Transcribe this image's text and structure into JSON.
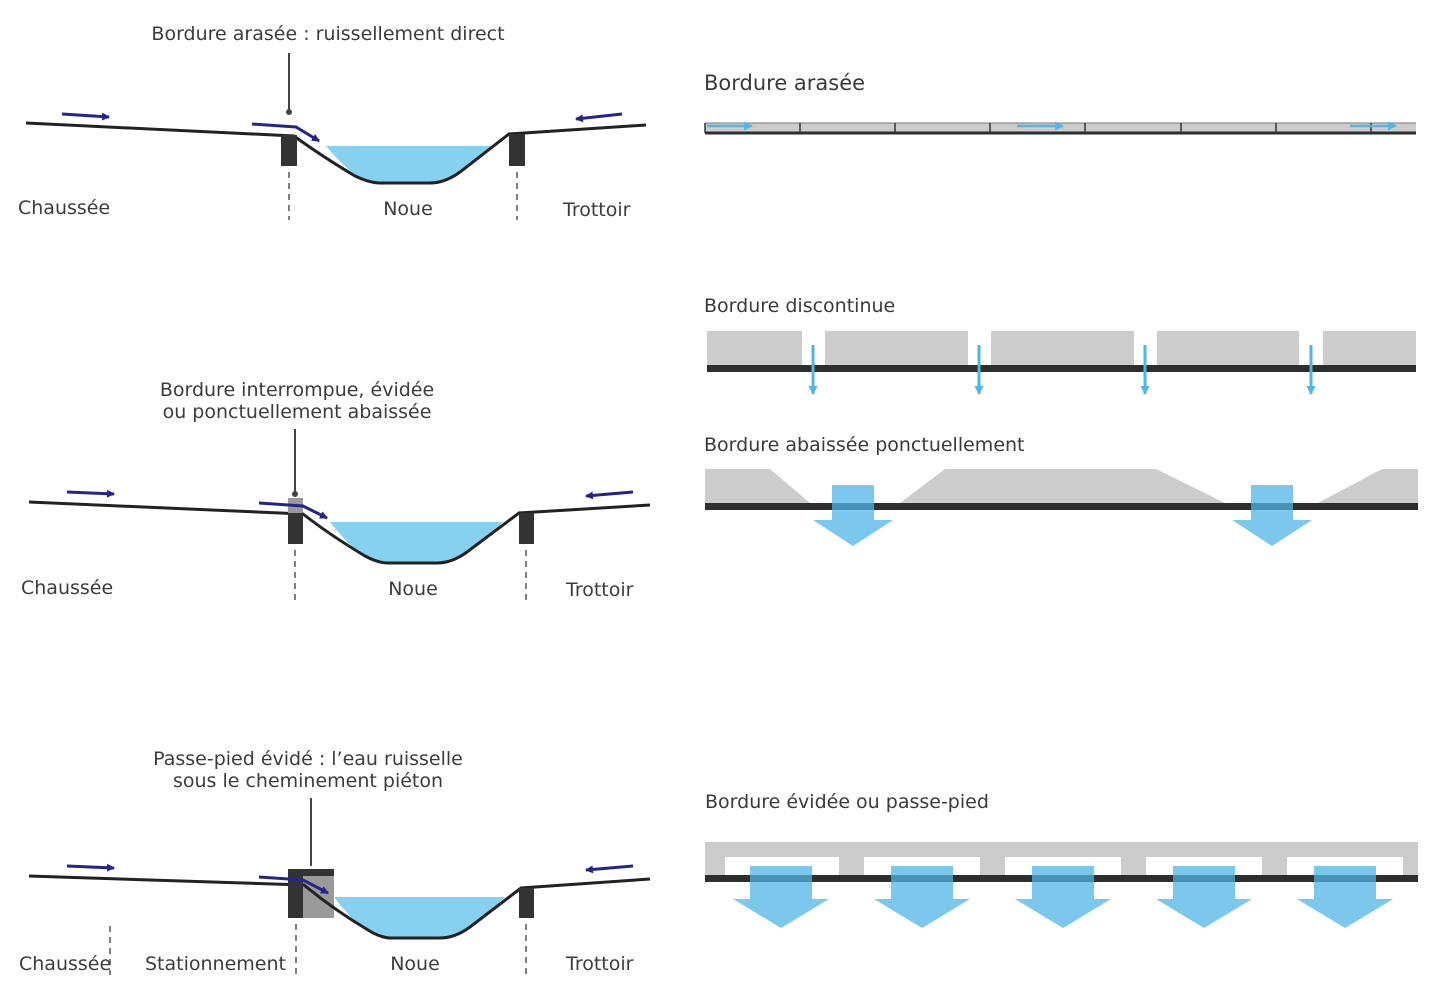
{
  "colors": {
    "water": "#86d0f0",
    "arrow_dark": "#27238a",
    "arrow_light": "#4fb6e6",
    "curb": "#333333",
    "curb_grey": "#9a9a9a",
    "ground": "#222222",
    "plan_fill": "#cccccc",
    "plan_line": "#2e2e2e"
  },
  "sections": [
    {
      "callout": [
        "Bordure arasée : ruissellement direct"
      ],
      "labels": {
        "left": "Chaussée",
        "center": "Noue",
        "right": "Trottoir"
      }
    },
    {
      "callout": [
        "Bordure interrompue, évidée",
        "ou ponctuellement abaissée"
      ],
      "labels": {
        "left": "Chaussée",
        "center": "Noue",
        "right": "Trottoir"
      }
    },
    {
      "callout": [
        "Passe-pied évidé : l’eau ruisselle",
        "sous le cheminement piéton"
      ],
      "labels": {
        "left": "Chaussée",
        "middle": "Stationnement",
        "center": "Noue",
        "right": "Trottoir"
      }
    }
  ],
  "plans": [
    {
      "title": "Bordure arasée"
    },
    {
      "title": "Bordure discontinue"
    },
    {
      "title": "Bordure abaissée ponctuellement"
    },
    {
      "title": "Bordure évidée ou passe-pied"
    }
  ]
}
